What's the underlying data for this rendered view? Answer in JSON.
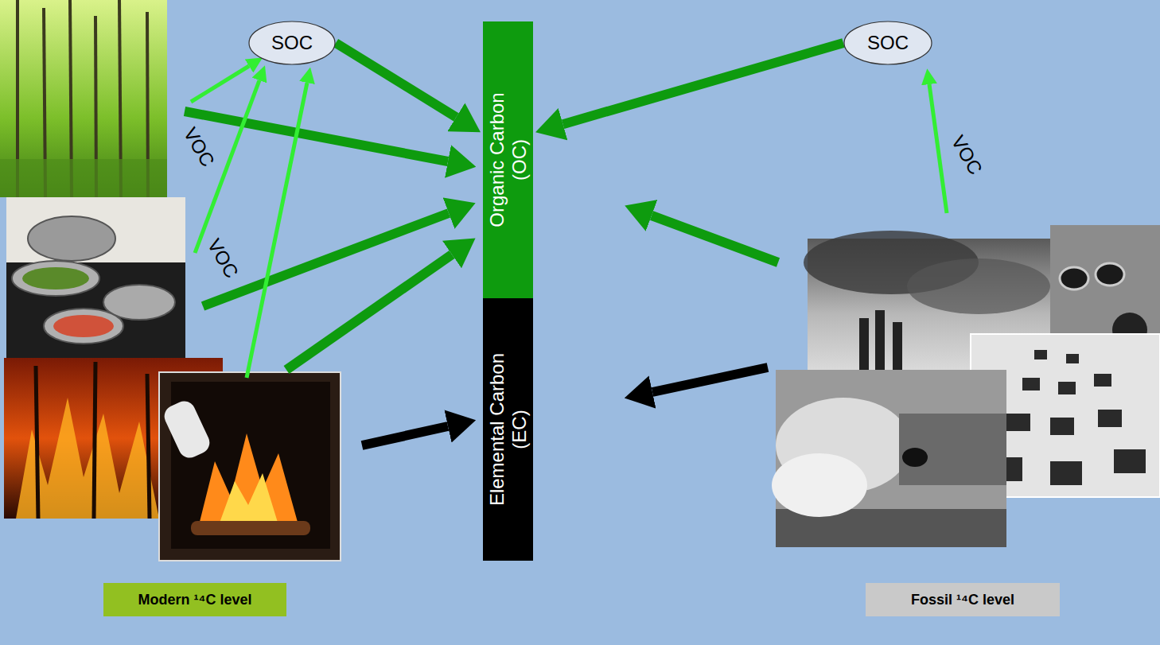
{
  "diagram": {
    "nodes": [
      {
        "text": [
          "SOC"
        ]
      },
      {
        "text": [
          "Organic Carbon (OC)"
        ]
      },
      {
        "text": [
          "Elemental Carbon (EC)"
        ]
      },
      {
        "text": [
          "SOC"
        ]
      },
      {
        "text": [
          "Modern ¹⁴C level"
        ]
      },
      {
        "text": [
          "Fossil ¹⁴C level"
        ]
      }
    ],
    "edges": [
      {
        "from": 0,
        "to": 1,
        "arrow": "to"
      },
      {
        "from": 3,
        "to": 1,
        "arrow": "to"
      }
    ],
    "labels": [
      "VOC",
      "VOC",
      "VOC"
    ]
  }
}
